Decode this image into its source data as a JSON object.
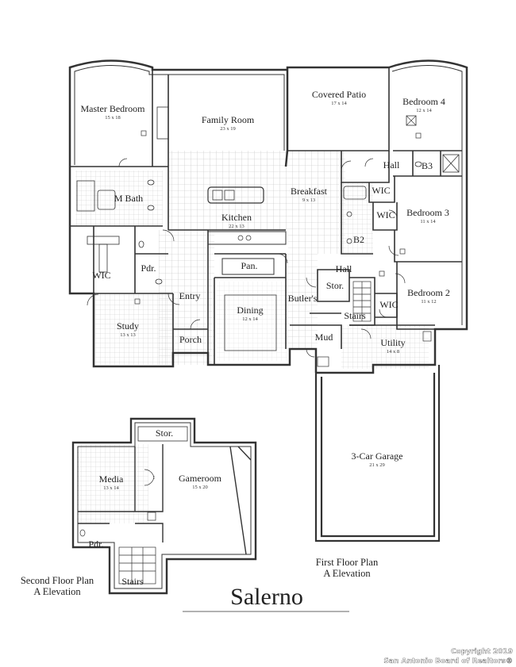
{
  "plan_name": "Salerno",
  "first_floor_caption": [
    "First Floor Plan",
    "A Elevation"
  ],
  "second_floor_caption": [
    "Second Floor Plan",
    "A Elevation"
  ],
  "copyright": [
    "Copyright 2019",
    "San Antonio Board of Realtors®"
  ],
  "rooms": {
    "master_bedroom": {
      "name": "Master Bedroom",
      "dim": "15 x 18"
    },
    "family_room": {
      "name": "Family Room",
      "dim": "23 x 19"
    },
    "covered_patio": {
      "name": "Covered Patio",
      "dim": "17 x 14"
    },
    "bedroom4": {
      "name": "Bedroom 4",
      "dim": "12 x 14"
    },
    "hall_top": {
      "name": "Hall"
    },
    "b3": {
      "name": "B3"
    },
    "m_bath": {
      "name": "M Bath"
    },
    "breakfast": {
      "name": "Breakfast",
      "dim": "9 x 13"
    },
    "wic_a": {
      "name": "WIC"
    },
    "wic_b": {
      "name": "WIC"
    },
    "bedroom3": {
      "name": "Bedroom 3",
      "dim": "11 x 14"
    },
    "kitchen": {
      "name": "Kitchen",
      "dim": "22 x 13"
    },
    "b2": {
      "name": "B2"
    },
    "pan": {
      "name": "Pan."
    },
    "hall_mid": {
      "name": "Hall"
    },
    "pdr_1": {
      "name": "Pdr."
    },
    "wic_master": {
      "name": "WIC"
    },
    "stor_1": {
      "name": "Stor."
    },
    "entry": {
      "name": "Entry"
    },
    "dining": {
      "name": "Dining",
      "dim": "12 x 14"
    },
    "butlers": {
      "name": "Butler's"
    },
    "wic_c": {
      "name": "WIC"
    },
    "bedroom2": {
      "name": "Bedroom 2",
      "dim": "11 x 12"
    },
    "stairs_1": {
      "name": "Stairs"
    },
    "study": {
      "name": "Study",
      "dim": "13 x 13"
    },
    "porch": {
      "name": "Porch"
    },
    "mud": {
      "name": "Mud"
    },
    "utility": {
      "name": "Utility",
      "dim": "14 x 8"
    },
    "garage": {
      "name": "3-Car Garage",
      "dim": "21 x 29"
    },
    "stor_2": {
      "name": "Stor."
    },
    "media": {
      "name": "Media",
      "dim": "13 x 14"
    },
    "gameroom": {
      "name": "Gameroom",
      "dim": "15 x 20"
    },
    "pdr_2": {
      "name": "Pdr."
    },
    "stairs_2": {
      "name": "Stairs"
    }
  }
}
